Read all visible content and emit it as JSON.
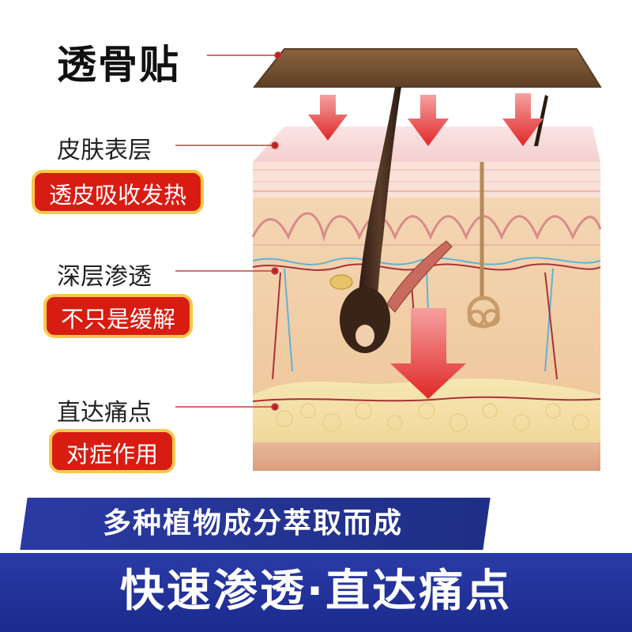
{
  "product_title": "透骨贴",
  "layers": [
    {
      "label": "皮肤表层",
      "tag": "透皮吸收发热"
    },
    {
      "label": "深层渗透",
      "tag": "不只是缓解"
    },
    {
      "label": "直达痛点",
      "tag": "对症作用"
    }
  ],
  "banner_top": "多种植物成分萃取而成",
  "banner_bottom": "快速渗透·直达痛点",
  "colors": {
    "accent_red": "#d81c12",
    "pill_border": "#f6c94a",
    "banner_blue": "#1f2e86",
    "patch_brown": "#7a5636",
    "skin": "#f2d3b0"
  }
}
